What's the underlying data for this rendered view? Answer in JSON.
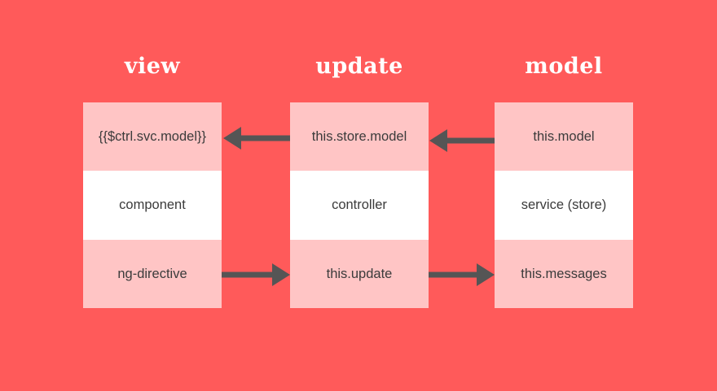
{
  "titles": {
    "view": "view",
    "update": "update",
    "model": "model"
  },
  "view": {
    "top": "{{$ctrl.svc.model}}",
    "middle": "component",
    "bottom": "ng-directive"
  },
  "update": {
    "top": "this.store.model",
    "middle": "controller",
    "bottom": "this.update"
  },
  "model": {
    "top": "this.model",
    "middle": "service (store)",
    "bottom": "this.messages"
  },
  "colors": {
    "background": "#ff5a5a",
    "cell_pink": "#ffc5c5",
    "cell_white": "#ffffff",
    "arrow": "#555555"
  }
}
